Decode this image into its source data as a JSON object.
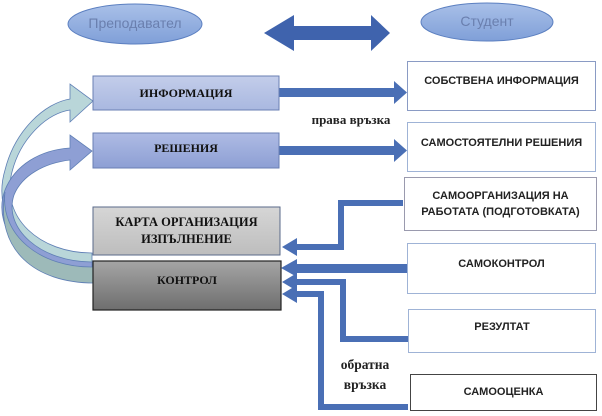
{
  "header": {
    "left_actor": "Преподавател",
    "right_actor": "Студент"
  },
  "left_boxes": [
    {
      "id": "information",
      "label": "ИНФОРМАЦИЯ"
    },
    {
      "id": "decisions",
      "label": "РЕШЕНИЯ"
    },
    {
      "id": "plan",
      "label_line1": "КАРТА ОРГАНИЗАЦИЯ",
      "label_line2": "ИЗПЪЛНЕНИЕ"
    },
    {
      "id": "control",
      "label": "КОНТРОЛ"
    }
  ],
  "right_boxes": [
    {
      "id": "own-information",
      "label": "СОБСТВЕНА ИНФОРМАЦИЯ"
    },
    {
      "id": "independent-decisions",
      "label": "САМОСТОЯТЕЛНИ РЕШЕНИЯ"
    },
    {
      "id": "self-organization",
      "label_line1": "САМООРГАНИЗАЦИЯ НА",
      "label_line2": "РАБОТАТА (ПОДГОТОВКАТА)"
    },
    {
      "id": "self-control",
      "label": "САМОКОНТРОЛ"
    },
    {
      "id": "result",
      "label": "РЕЗУЛТАТ"
    },
    {
      "id": "self-assessment",
      "label": "САМООЦЕНКА"
    }
  ],
  "captions": {
    "forward_link": "права връзка",
    "feedback_line1": "обратна",
    "feedback_line2": "връзка"
  },
  "colors": {
    "ellipse_fill": "#8faadc",
    "arrow_blue": "#4a6fb5",
    "box_info": "#b4c2e4",
    "box_decisions": "#9aabd8",
    "box_plan": "#c8c8c8",
    "box_control": "#8a8a8a",
    "curve_light": "#b9d6d9",
    "curve_mid": "#8e9fd4",
    "curve_teal": "#9dbab9"
  }
}
